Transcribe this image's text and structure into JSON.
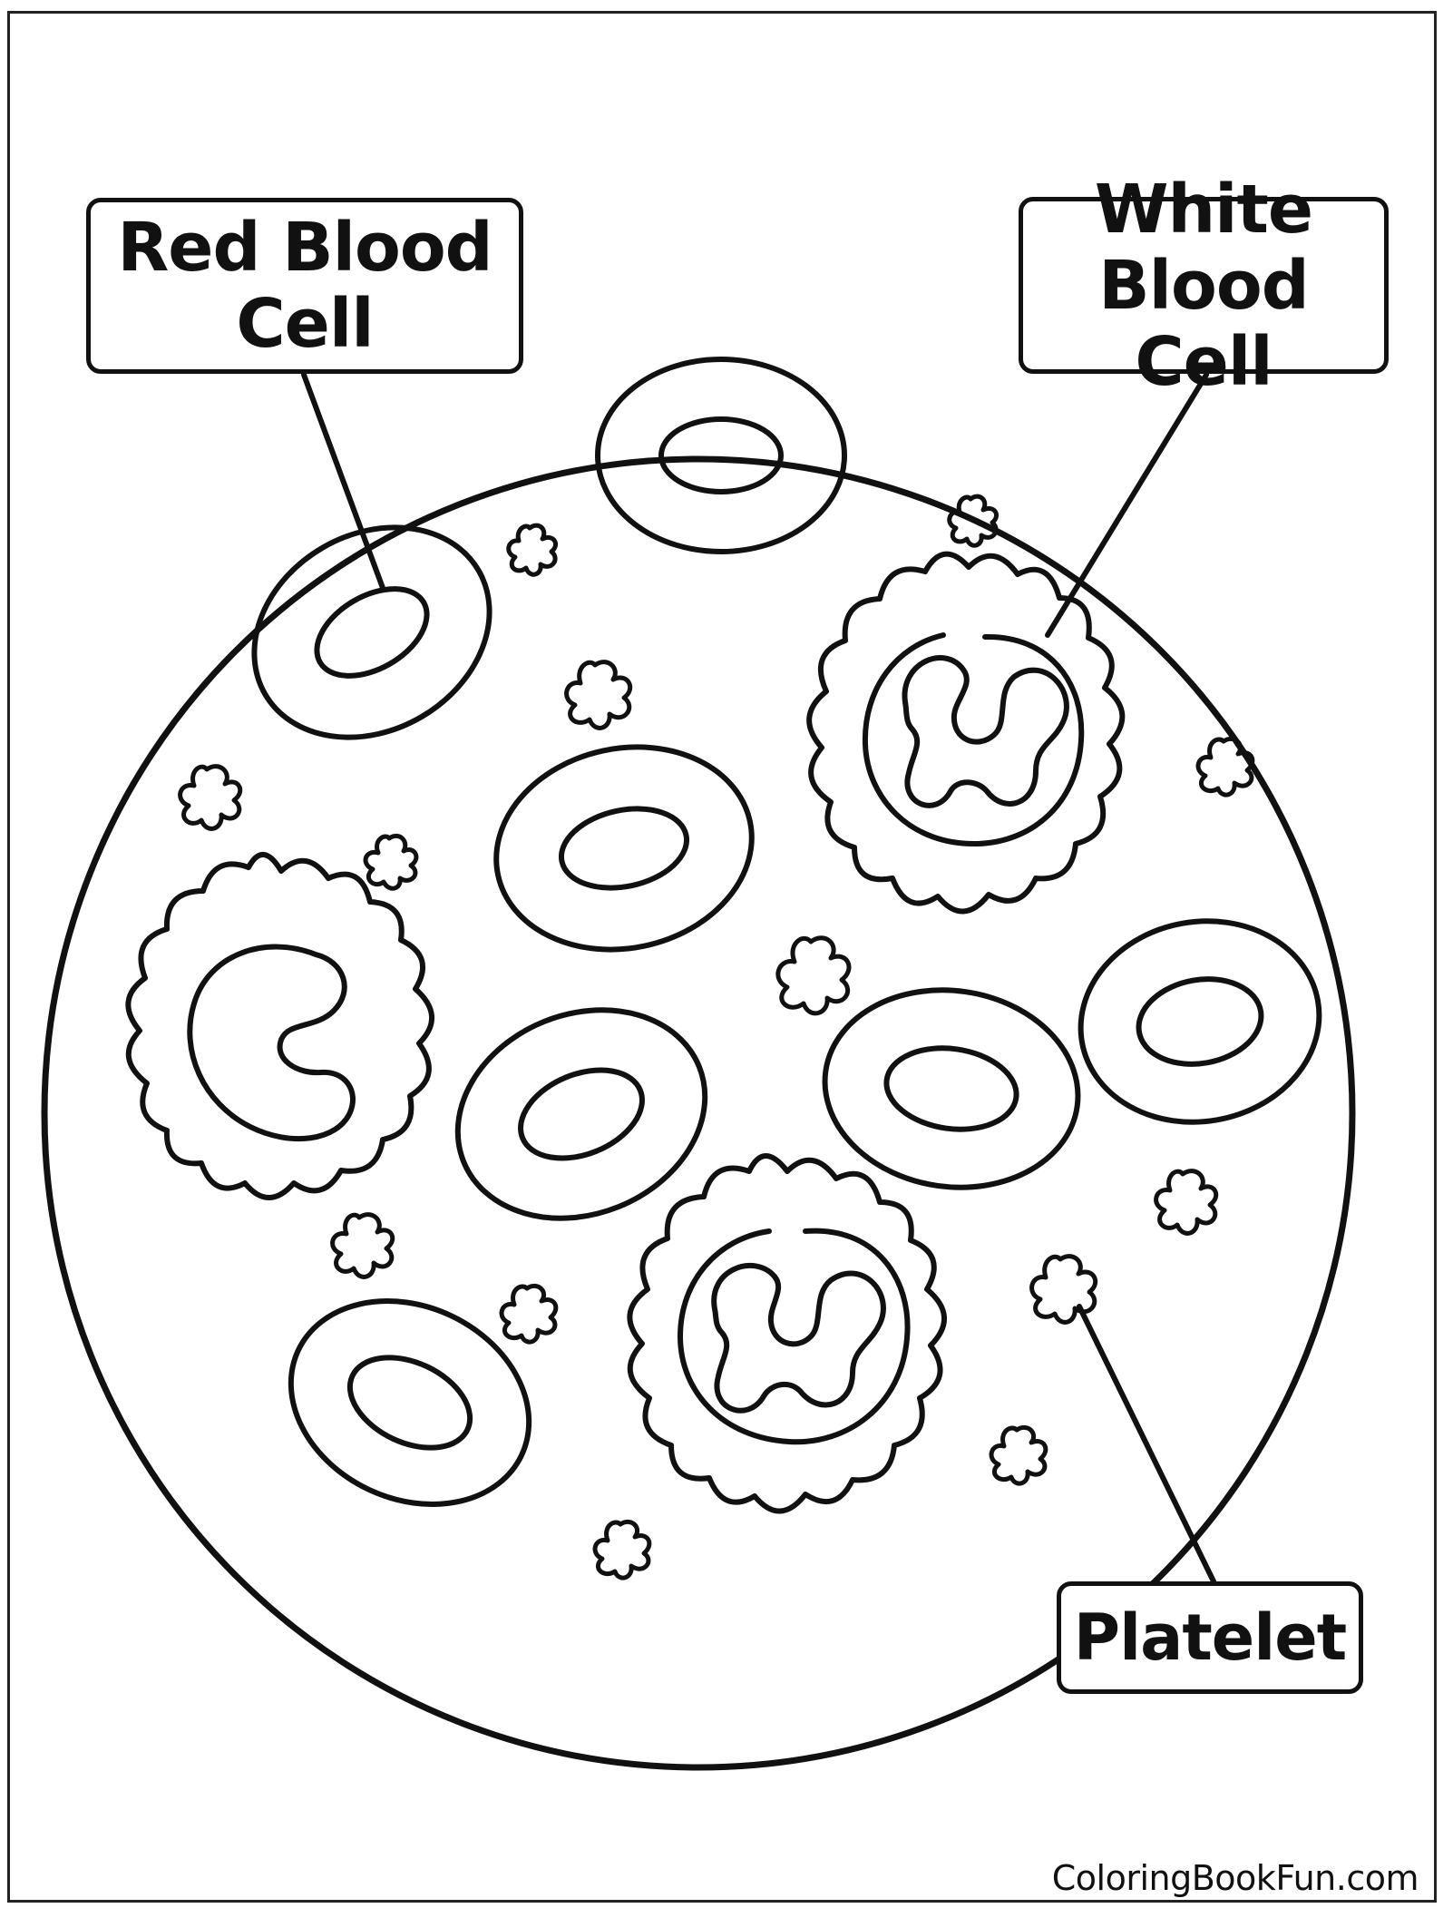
{
  "labels": {
    "red_blood_cell": "Red Blood\nCell",
    "white_blood_cell": "White\nBlood Cell",
    "platelet": "Platelet"
  },
  "footer": {
    "website": "ColoringBookFun.com"
  },
  "colors": {
    "line": "#111111",
    "background": "#ffffff"
  }
}
